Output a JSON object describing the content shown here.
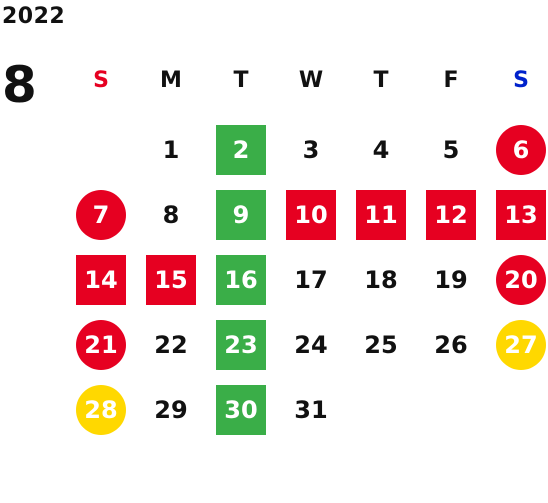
{
  "calendar": {
    "year": "2022",
    "month": "8",
    "weekdays": [
      "S",
      "M",
      "T",
      "W",
      "T",
      "F",
      "S"
    ],
    "colors": {
      "sunday": "#e60021",
      "saturday": "#0022cc",
      "holiday_red": "#e60021",
      "closed_green": "#3aae48",
      "special_yellow": "#ffd800"
    },
    "weeks": [
      [
        null,
        {
          "d": "1",
          "s": "plain"
        },
        {
          "d": "2",
          "s": "square-green"
        },
        {
          "d": "3",
          "s": "plain"
        },
        {
          "d": "4",
          "s": "plain"
        },
        {
          "d": "5",
          "s": "plain"
        },
        {
          "d": "6",
          "s": "circle-red"
        }
      ],
      [
        {
          "d": "7",
          "s": "circle-red"
        },
        {
          "d": "8",
          "s": "plain"
        },
        {
          "d": "9",
          "s": "square-green"
        },
        {
          "d": "10",
          "s": "square-red"
        },
        {
          "d": "11",
          "s": "square-red"
        },
        {
          "d": "12",
          "s": "square-red"
        },
        {
          "d": "13",
          "s": "square-red"
        }
      ],
      [
        {
          "d": "14",
          "s": "square-red"
        },
        {
          "d": "15",
          "s": "square-red"
        },
        {
          "d": "16",
          "s": "square-green"
        },
        {
          "d": "17",
          "s": "plain"
        },
        {
          "d": "18",
          "s": "plain"
        },
        {
          "d": "19",
          "s": "plain"
        },
        {
          "d": "20",
          "s": "circle-red"
        }
      ],
      [
        {
          "d": "21",
          "s": "circle-red"
        },
        {
          "d": "22",
          "s": "plain"
        },
        {
          "d": "23",
          "s": "square-green"
        },
        {
          "d": "24",
          "s": "plain"
        },
        {
          "d": "25",
          "s": "plain"
        },
        {
          "d": "26",
          "s": "plain"
        },
        {
          "d": "27",
          "s": "circle-yellow"
        }
      ],
      [
        {
          "d": "28",
          "s": "circle-yellow"
        },
        {
          "d": "29",
          "s": "plain"
        },
        {
          "d": "30",
          "s": "square-green"
        },
        {
          "d": "31",
          "s": "plain"
        },
        null,
        null,
        null
      ]
    ]
  }
}
